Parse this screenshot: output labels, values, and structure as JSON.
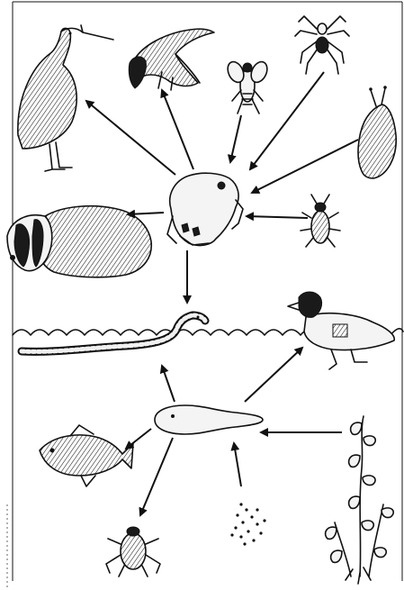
{
  "diagram": {
    "kind": "pond food web",
    "organisms": [
      {
        "id": "heron",
        "icon": "heron-icon"
      },
      {
        "id": "gull",
        "icon": "gull-icon"
      },
      {
        "id": "fly",
        "icon": "fly-icon"
      },
      {
        "id": "spider",
        "icon": "spider-icon"
      },
      {
        "id": "slug",
        "icon": "slug-icon"
      },
      {
        "id": "frog",
        "icon": "frog-icon"
      },
      {
        "id": "badger",
        "icon": "badger-icon"
      },
      {
        "id": "beetle",
        "icon": "beetle-icon"
      },
      {
        "id": "snake",
        "icon": "snake-icon"
      },
      {
        "id": "duck",
        "icon": "duck-icon"
      },
      {
        "id": "tadpole",
        "icon": "tadpole-icon"
      },
      {
        "id": "fish",
        "icon": "fish-icon"
      },
      {
        "id": "water-beetle",
        "icon": "water-beetle-icon"
      },
      {
        "id": "algae",
        "icon": "algae-icon"
      },
      {
        "id": "pondweed",
        "icon": "pondweed-icon"
      }
    ],
    "arrows": [
      {
        "from": "frog",
        "to": "heron"
      },
      {
        "from": "frog",
        "to": "gull"
      },
      {
        "from": "fly",
        "to": "frog"
      },
      {
        "from": "spider",
        "to": "frog"
      },
      {
        "from": "slug",
        "to": "frog"
      },
      {
        "from": "frog",
        "to": "badger"
      },
      {
        "from": "beetle",
        "to": "frog"
      },
      {
        "from": "frog",
        "to": "snake"
      },
      {
        "from": "tadpole",
        "to": "snake"
      },
      {
        "from": "tadpole",
        "to": "duck"
      },
      {
        "from": "tadpole",
        "to": "fish"
      },
      {
        "from": "tadpole",
        "to": "water-beetle"
      },
      {
        "from": "algae",
        "to": "tadpole"
      },
      {
        "from": "pondweed",
        "to": "tadpole"
      }
    ]
  }
}
